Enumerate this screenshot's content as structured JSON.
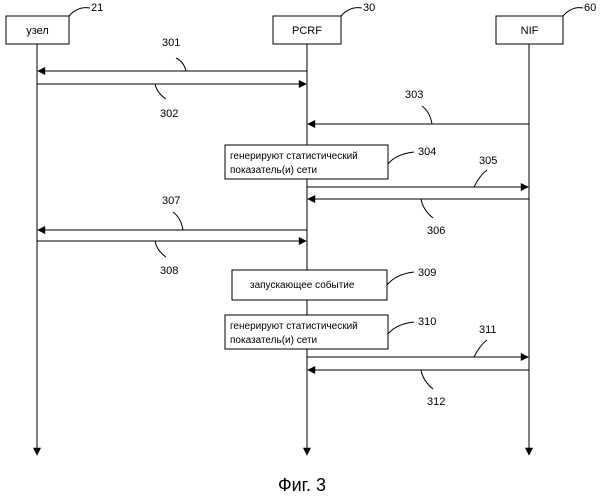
{
  "entities": [
    {
      "key": "node",
      "label": "узел",
      "ref": "21"
    },
    {
      "key": "pcrf",
      "label": "PCRF",
      "ref": "30"
    },
    {
      "key": "nif",
      "label": "NIF",
      "ref": "60"
    }
  ],
  "messages": [
    {
      "ref": "301",
      "from": "pcrf",
      "to": "node"
    },
    {
      "ref": "302",
      "from": "node",
      "to": "pcrf"
    },
    {
      "ref": "303",
      "from": "nif",
      "to": "pcrf"
    },
    {
      "ref": "305",
      "from": "pcrf",
      "to": "nif"
    },
    {
      "ref": "306",
      "from": "nif",
      "to": "pcrf"
    },
    {
      "ref": "307",
      "from": "pcrf",
      "to": "node"
    },
    {
      "ref": "308",
      "from": "node",
      "to": "pcrf"
    },
    {
      "ref": "311",
      "from": "pcrf",
      "to": "nif"
    },
    {
      "ref": "312",
      "from": "nif",
      "to": "pcrf"
    }
  ],
  "steps": [
    {
      "ref": "304",
      "lines": [
        "генерируют статистический",
        "показатель(и) сети"
      ]
    },
    {
      "ref": "309",
      "lines": [
        "запускающее событие"
      ]
    },
    {
      "ref": "310",
      "lines": [
        "генерируют статистический",
        "показатель(и) сети"
      ]
    }
  ],
  "caption": "Фиг. 3"
}
